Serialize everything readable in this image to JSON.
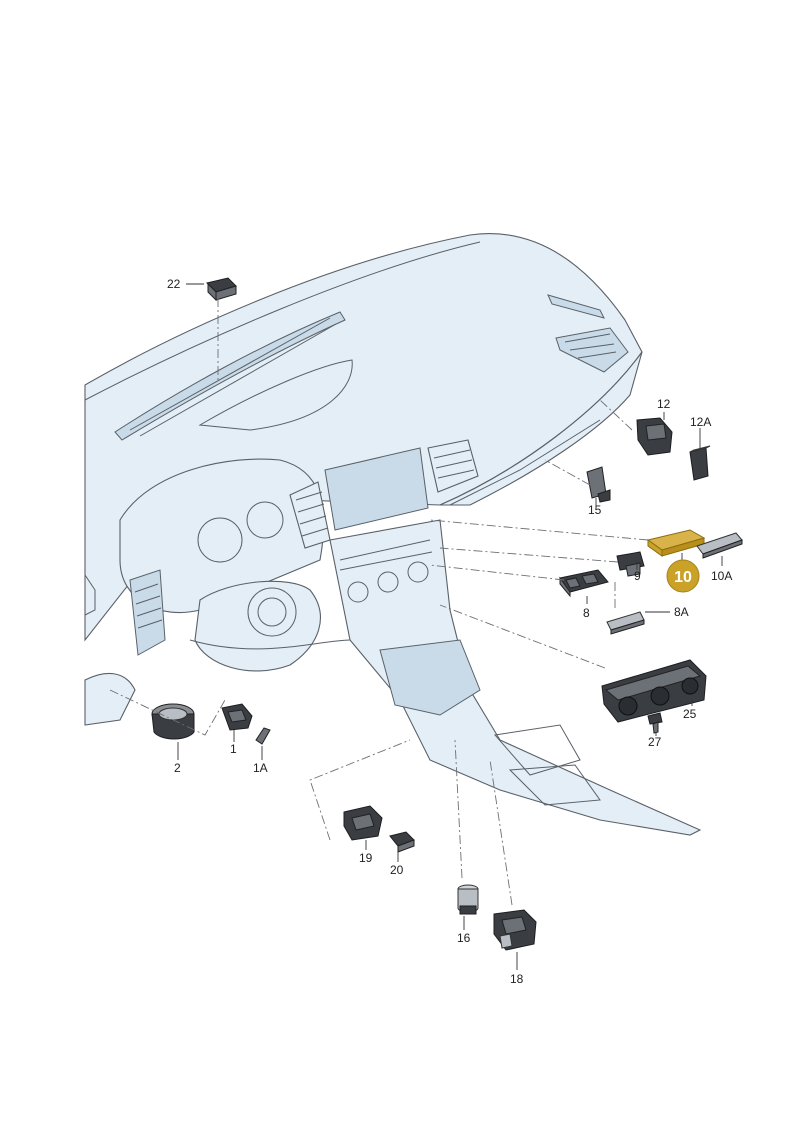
{
  "diagram": {
    "highlight_color": "#c9a227",
    "callouts": [
      {
        "id": "22",
        "text": "22"
      },
      {
        "id": "12",
        "text": "12"
      },
      {
        "id": "12A",
        "text": "12A"
      },
      {
        "id": "15",
        "text": "15"
      },
      {
        "id": "10",
        "text": "10",
        "highlighted": true
      },
      {
        "id": "10A",
        "text": "10A"
      },
      {
        "id": "9",
        "text": "9"
      },
      {
        "id": "8",
        "text": "8"
      },
      {
        "id": "8A",
        "text": "8A"
      },
      {
        "id": "25",
        "text": "25"
      },
      {
        "id": "27",
        "text": "27"
      },
      {
        "id": "2",
        "text": "2"
      },
      {
        "id": "1",
        "text": "1"
      },
      {
        "id": "1A",
        "text": "1A"
      },
      {
        "id": "19",
        "text": "19"
      },
      {
        "id": "20",
        "text": "20"
      },
      {
        "id": "16",
        "text": "16"
      },
      {
        "id": "18",
        "text": "18"
      }
    ]
  }
}
